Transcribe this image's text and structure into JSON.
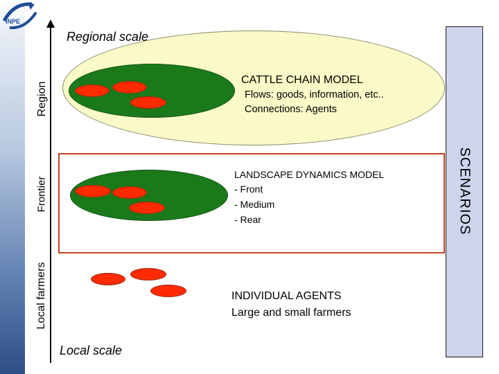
{
  "logo": {
    "text": "INPE"
  },
  "axis": {
    "top_label": "Regional scale",
    "bottom_label": "Local scale"
  },
  "levels": {
    "region": "Region",
    "frontier": "Frontier",
    "local_farmers": "Local farmers"
  },
  "scenarios": "SCENARIOS",
  "cattle_chain": {
    "title": "CATTLE CHAIN MODEL",
    "line1": "Flows: goods, information, etc..",
    "line2": "Connections: Agents"
  },
  "landscape": {
    "title": "LANDSCAPE DYNAMICS  MODEL",
    "items": [
      "- Front",
      "- Medium",
      "- Rear"
    ]
  },
  "agents": {
    "line1": "INDIVIDUAL AGENTS",
    "line2": "Large and small farmers"
  },
  "colors": {
    "green": "#1a7a1a",
    "red": "#ff2a00",
    "frontier_border": "#c0441f",
    "region_fill": "#fafac8",
    "scenarios_fill": "#cdd4ec"
  }
}
